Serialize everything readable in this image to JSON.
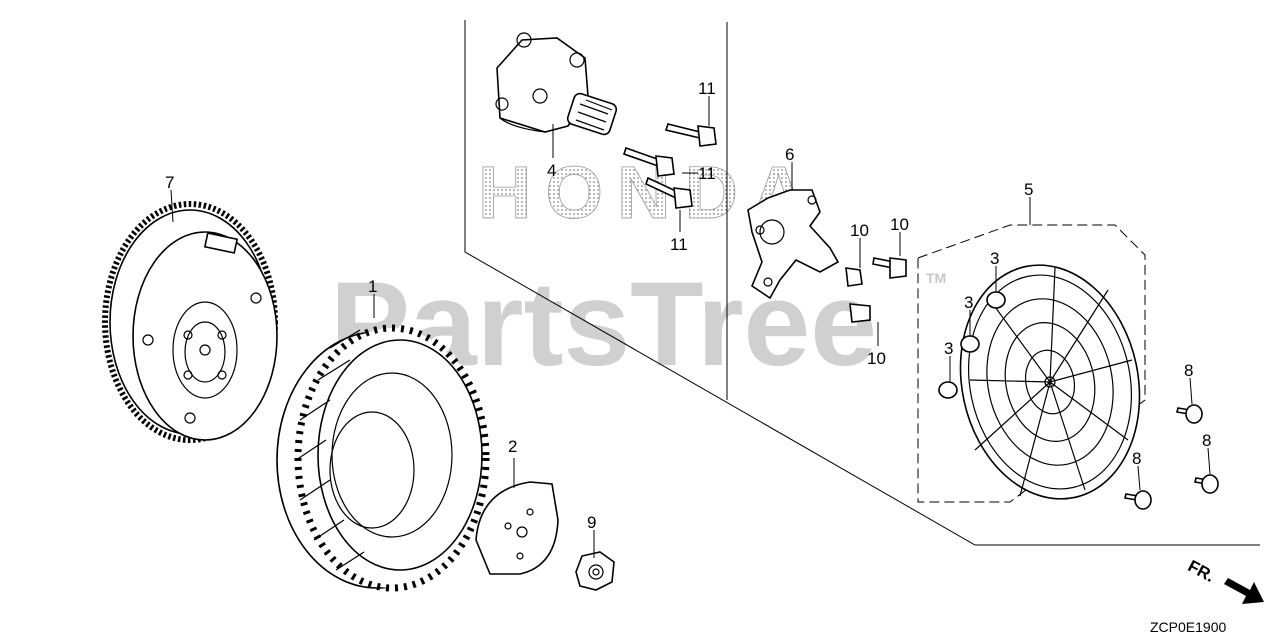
{
  "watermark": {
    "brand": "HONDA",
    "site": "PartsTree",
    "trademark": "TM"
  },
  "callouts": {
    "p1": "1",
    "p2": "2",
    "p3a": "3",
    "p3b": "3",
    "p3c": "3",
    "p4": "4",
    "p5": "5",
    "p6": "6",
    "p7": "7",
    "p8a": "8",
    "p8b": "8",
    "p8c": "8",
    "p9": "9",
    "p10a": "10",
    "p10b": "10",
    "p10c": "10",
    "p11a": "11",
    "p11b": "11",
    "p11c": "11"
  },
  "direction_label": "FR.",
  "diagram_code": "ZCP0E1900",
  "colors": {
    "line": "#000000",
    "watermark": "#c8c8c8",
    "brand_dots": "#8a8a8a"
  }
}
